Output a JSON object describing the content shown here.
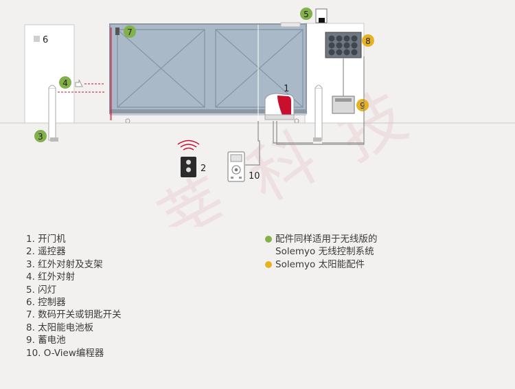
{
  "colors": {
    "green_badge": "#82b04a",
    "yellow_badge": "#e6b221",
    "gate_fill": "#a9b9c8",
    "gate_frame": "#8c98a4",
    "accent_red": "#c8102e",
    "background": "#f2f1ef"
  },
  "callouts": {
    "n1": "1",
    "n2": "2",
    "n3": "3",
    "n4": "4",
    "n5": "5",
    "n6": "6",
    "n7": "7",
    "n8": "8",
    "n9": "9",
    "n10": "10"
  },
  "legend": {
    "items": [
      "1. 开门机",
      "2. 遥控器",
      "3. 红外对射及支架",
      "4. 红外对射",
      "5. 闪灯",
      "6. 控制器",
      "7. 数码开关或钥匙开关",
      "8. 太阳能电池板",
      "9. 蓄电池",
      "10. O-View编程器"
    ],
    "notes": [
      {
        "text": "配件同样适用于无线版的",
        "marker": "green"
      },
      {
        "text": "Solemyo 无线控制系统",
        "marker": "none"
      },
      {
        "text": "Solemyo 太阳能配件",
        "marker": "yellow"
      }
    ]
  },
  "icons": {
    "remote": "remote-control-icon",
    "wifi": "wireless-signal-icon",
    "solar": "solar-panel-icon",
    "battery": "battery-icon",
    "lamp": "flashing-lamp-icon",
    "programmer": "programmer-device-icon"
  }
}
